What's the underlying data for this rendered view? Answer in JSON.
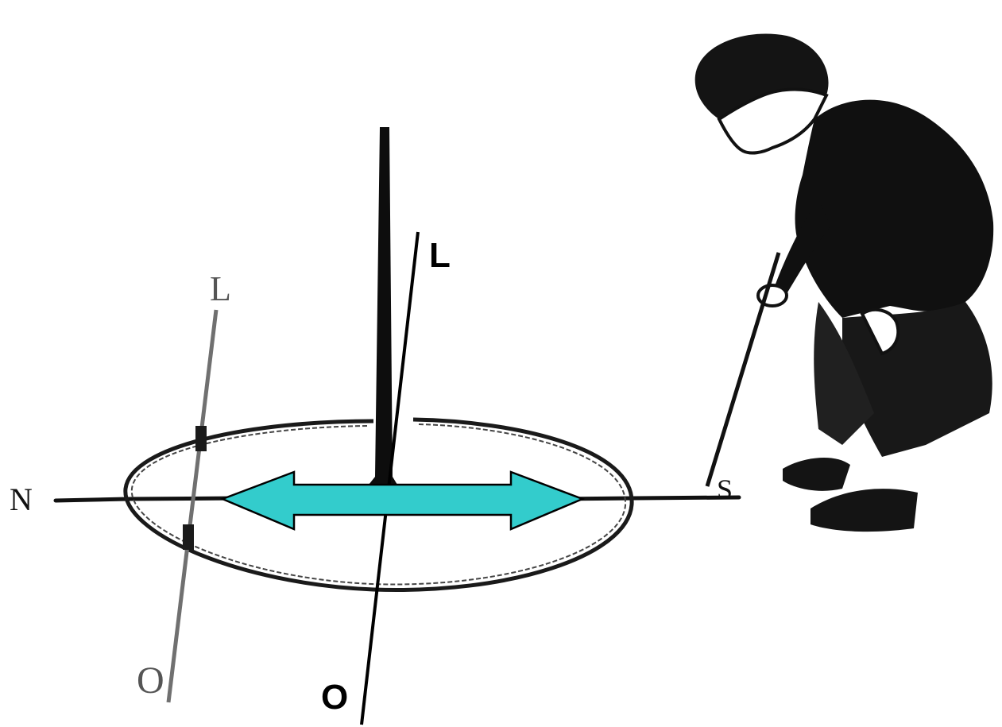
{
  "labels": {
    "north": "N",
    "south": "S",
    "east_left": "L",
    "west_left": "O",
    "east_right": "L",
    "west_right": "O"
  },
  "colors": {
    "arrow_fill": "#33cccc",
    "ink": "#111111",
    "grey_line": "#707070",
    "background": "#ffffff"
  },
  "icons": {
    "boy": "boy-with-stick-figure"
  }
}
